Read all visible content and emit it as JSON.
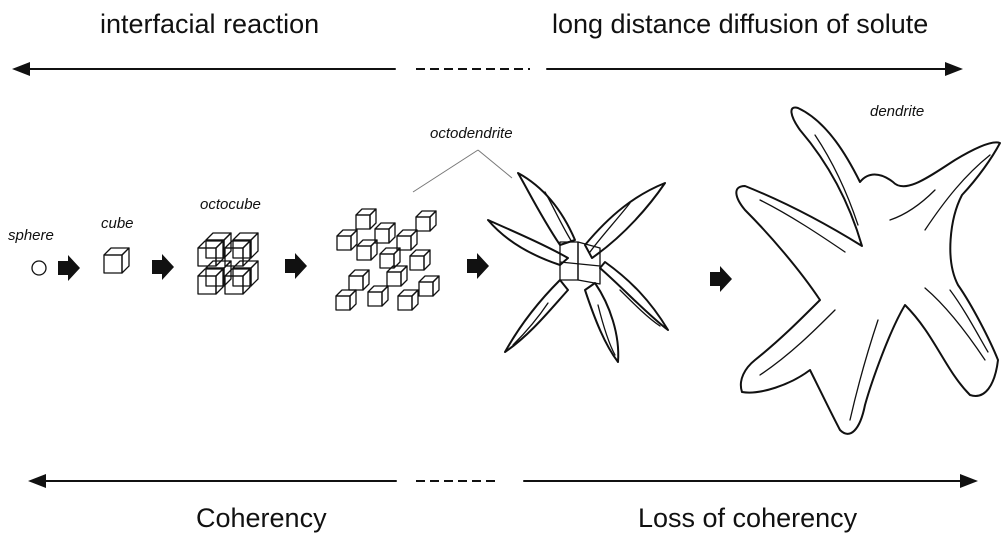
{
  "top": {
    "left_label": "interfacial reaction",
    "right_label": "long distance diffusion of solute"
  },
  "bottom": {
    "left_label": "Coherency",
    "right_label": "Loss of coherency"
  },
  "stages": {
    "sphere": "sphere",
    "cube": "cube",
    "octocube": "octocube",
    "octodendrite": "octodendrite",
    "dendrite": "dendrite"
  }
}
